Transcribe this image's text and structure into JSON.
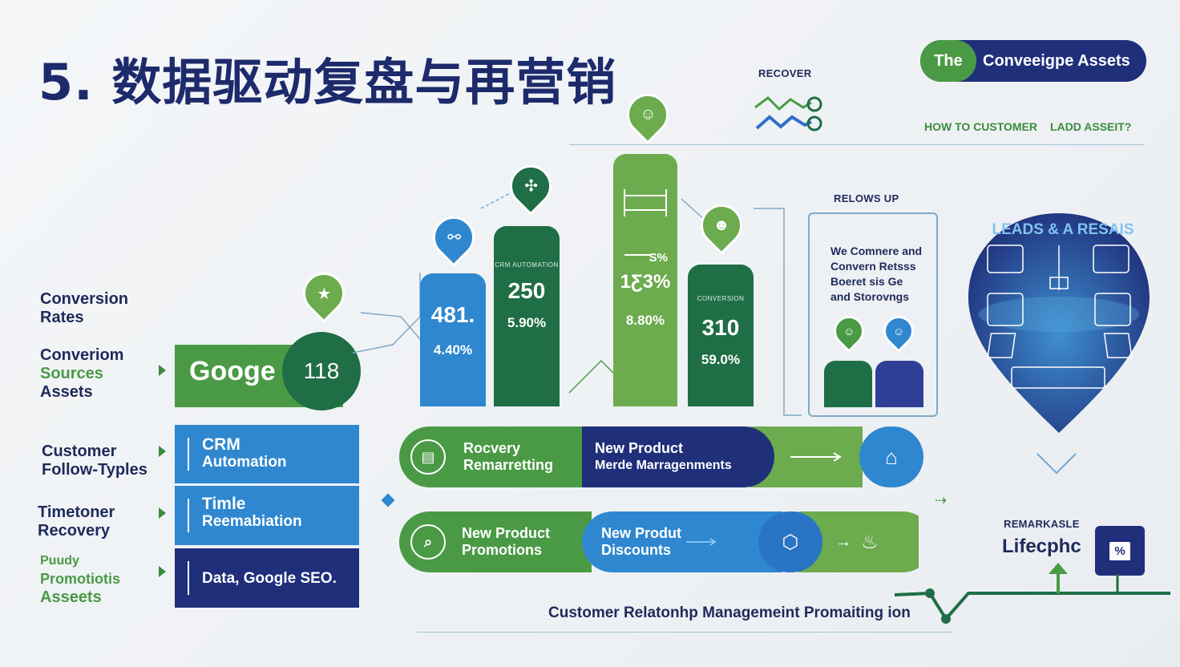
{
  "title": "5. 数据驱动复盘与再营销",
  "top_pill": {
    "left": "The",
    "right": "Conveeigpe Assets"
  },
  "recover": {
    "label": "RECOVER"
  },
  "top_right_captions": [
    "HOW TO CUSTOMER",
    "LADD ASSEIT?"
  ],
  "left_labels": {
    "conversion_rates": [
      "Conversion",
      "Rates"
    ],
    "conversion_sources": {
      "line1": "Converiom",
      "line2": "Sources",
      "line3": "Assets"
    },
    "customer_follow": [
      "Customer",
      "Follow-Typles"
    ],
    "timetoner_recovery": [
      "Timetoner",
      "Recovery"
    ],
    "purely_promotions": [
      "Puudy",
      "Promotiotis",
      "Asseets"
    ]
  },
  "google_pill": {
    "text": "Googe",
    "value": "118"
  },
  "left_boxes": [
    {
      "line1": "CRM",
      "line2": "Automation"
    },
    {
      "line1": "Timle",
      "line2": "Reemabiation"
    },
    {
      "line1": "Data, Google SEO.",
      "line2": ""
    }
  ],
  "bars": [
    {
      "big": "481.",
      "pct": "4.40%",
      "tiny": "",
      "color": "#2f87cf"
    },
    {
      "big": "250",
      "pct": "5.90%",
      "tiny": "CRM AUTOMATION",
      "color": "#1f6e45"
    },
    {
      "big": "1Ƹ3%",
      "pct": "8.80%",
      "tiny": "",
      "extra": "S%",
      "color": "#6cab4e"
    },
    {
      "big": "310",
      "pct": "59.0%",
      "tiny": "CONVERSION",
      "color": "#1f6e45"
    }
  ],
  "relows": {
    "label": "RELOWS UP"
  },
  "card_text": [
    "We Comnere and",
    "Convern Retsss",
    "Boeret sis Ge",
    "and Storovngs"
  ],
  "shield": {
    "title": "LEADS & A RESAIS"
  },
  "flow1": {
    "left": {
      "line1": "Rocvery",
      "line2": "Remarretting"
    },
    "mid": {
      "line1": "New Product",
      "line2": "Merde Marragenments"
    }
  },
  "flow2": {
    "left": {
      "line1": "New Product",
      "line2": "Promotions"
    },
    "mid": {
      "line1": "New Produt",
      "line2": "Discounts"
    }
  },
  "bottom_right": {
    "cap": "REMARKASLE",
    "word": "Lifecphc",
    "badge": "%"
  },
  "bottom_line": "Customer Relatonhp Managemeint Promaiting ion"
}
